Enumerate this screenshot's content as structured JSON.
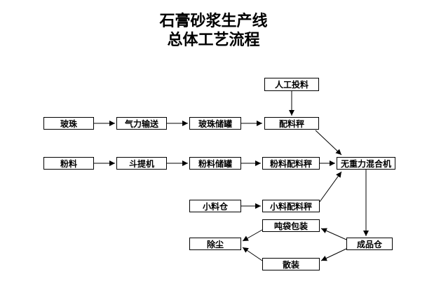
{
  "title": {
    "line1": "石膏砂浆生产线",
    "line2": "总体工艺流程"
  },
  "nodes": {
    "manual-feed": {
      "label": "人工投料"
    },
    "glass-beads": {
      "label": "玻珠"
    },
    "pneumatic-conveying": {
      "label": "气力输送"
    },
    "glass-bead-tank": {
      "label": "玻珠储罐"
    },
    "batching-scale": {
      "label": "配料秤"
    },
    "powder": {
      "label": "粉料"
    },
    "bucket-elevator": {
      "label": "斗提机"
    },
    "powder-tank": {
      "label": "粉料储罐"
    },
    "powder-batching-scale": {
      "label": "粉料配料秤"
    },
    "gravity-free-mixer": {
      "label": "无重力混合机"
    },
    "small-material-bin": {
      "label": "小料仓"
    },
    "small-material-batching-scale": {
      "label": "小料配料秤"
    },
    "ton-bag-packing": {
      "label": "吨袋包装"
    },
    "dust-removal": {
      "label": "除尘"
    },
    "finished-product-bin": {
      "label": "成品仓"
    },
    "bulk-loading": {
      "label": "散装"
    }
  },
  "edges": [
    {
      "from": "人工投料",
      "to": "配料秤"
    },
    {
      "from": "玻珠",
      "to": "气力输送"
    },
    {
      "from": "气力输送",
      "to": "玻珠储罐"
    },
    {
      "from": "玻珠储罐",
      "to": "配料秤"
    },
    {
      "from": "配料秤",
      "to": "无重力混合机"
    },
    {
      "from": "粉料",
      "to": "斗提机"
    },
    {
      "from": "斗提机",
      "to": "粉料储罐"
    },
    {
      "from": "粉料储罐",
      "to": "粉料配料秤"
    },
    {
      "from": "粉料配料秤",
      "to": "无重力混合机"
    },
    {
      "from": "小料仓",
      "to": "小料配料秤"
    },
    {
      "from": "小料配料秤",
      "to": "无重力混合机"
    },
    {
      "from": "无重力混合机",
      "to": "成品仓"
    },
    {
      "from": "成品仓",
      "to": "吨袋包装"
    },
    {
      "from": "成品仓",
      "to": "散装"
    },
    {
      "from": "吨袋包装",
      "to": "除尘"
    },
    {
      "from": "散装",
      "to": "除尘"
    }
  ]
}
